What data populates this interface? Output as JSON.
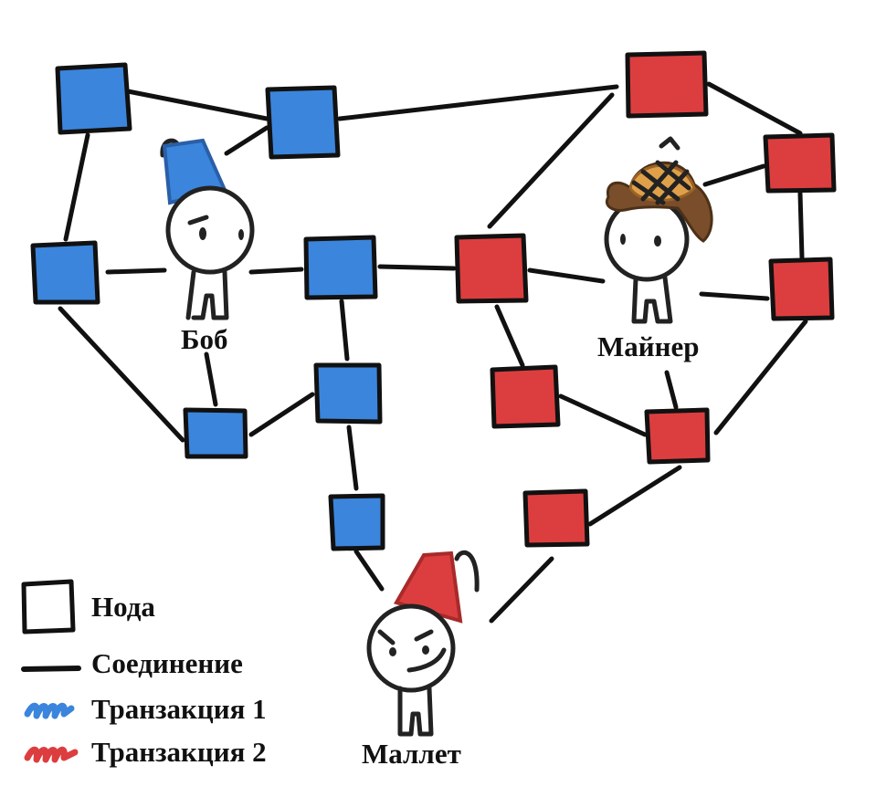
{
  "colors": {
    "blue": "#3b85dc",
    "red": "#dc3e3f",
    "edge": "#111111"
  },
  "characters": {
    "bob": "Боб",
    "miner": "Майнер",
    "mallet": "Маллет"
  },
  "legend": {
    "node": "Нода",
    "connection": "Соединение",
    "tx1": "Транзакция 1",
    "tx2": "Транзакция 2"
  }
}
